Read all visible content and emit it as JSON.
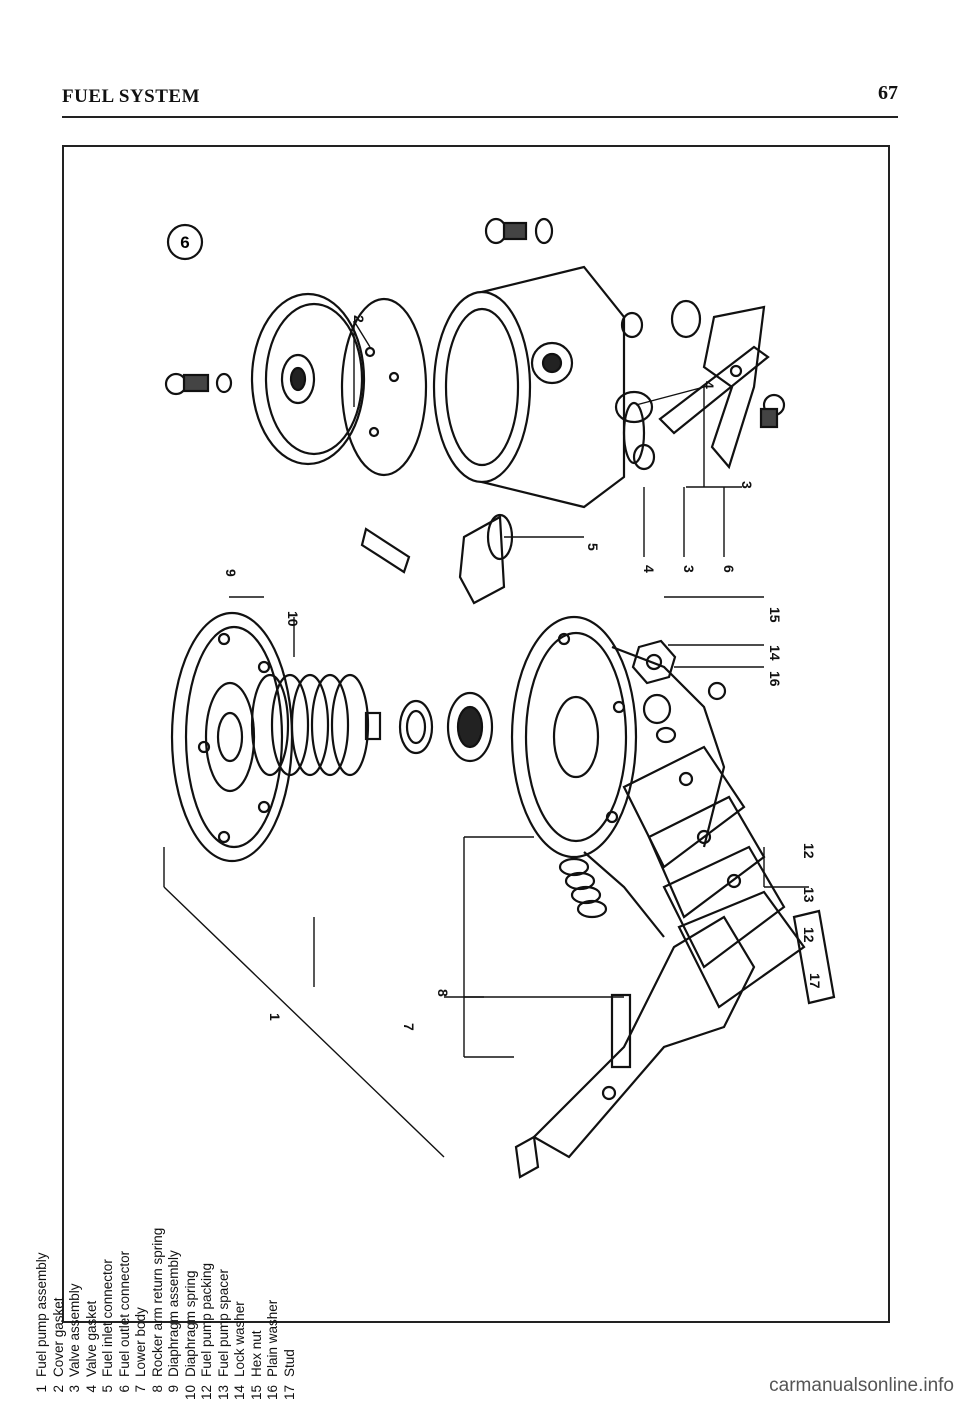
{
  "header": {
    "title": "FUEL SYSTEM",
    "page_number": "67"
  },
  "figure": {
    "number": "6",
    "legend": [
      {
        "num": "1",
        "text": "Fuel pump assembly"
      },
      {
        "num": "2",
        "text": "Cover gasket"
      },
      {
        "num": "3",
        "text": "Valve assembly"
      },
      {
        "num": "4",
        "text": "Valve gasket"
      },
      {
        "num": "5",
        "text": "Fuel inlet connector"
      },
      {
        "num": "6",
        "text": "Fuel outlet connector"
      },
      {
        "num": "7",
        "text": "Lower body"
      },
      {
        "num": "8",
        "text": "Rocker arm return spring"
      },
      {
        "num": "9",
        "text": "Diaphragm assembly"
      },
      {
        "num": "10",
        "text": "Diaphragm spring"
      },
      {
        "num": "12",
        "text": "Fuel pump packing"
      },
      {
        "num": "13",
        "text": "Fuel pump spacer"
      },
      {
        "num": "14",
        "text": "Lock washer"
      },
      {
        "num": "15",
        "text": "Hex nut"
      },
      {
        "num": "16",
        "text": "Plain washer"
      },
      {
        "num": "17",
        "text": "Stud"
      }
    ],
    "callouts": {
      "c1": "1",
      "c2": "2",
      "c3a": "3",
      "c3b": "3",
      "c4a": "4",
      "c4b": "4",
      "c5": "5",
      "c6": "6",
      "c7": "7",
      "c8": "8",
      "c9": "9",
      "c10": "10",
      "c12a": "12",
      "c12b": "12",
      "c13": "13",
      "c14": "14",
      "c15": "15",
      "c16": "16",
      "c17": "17"
    }
  },
  "footer": {
    "watermark": "carmanualsonline.info"
  }
}
